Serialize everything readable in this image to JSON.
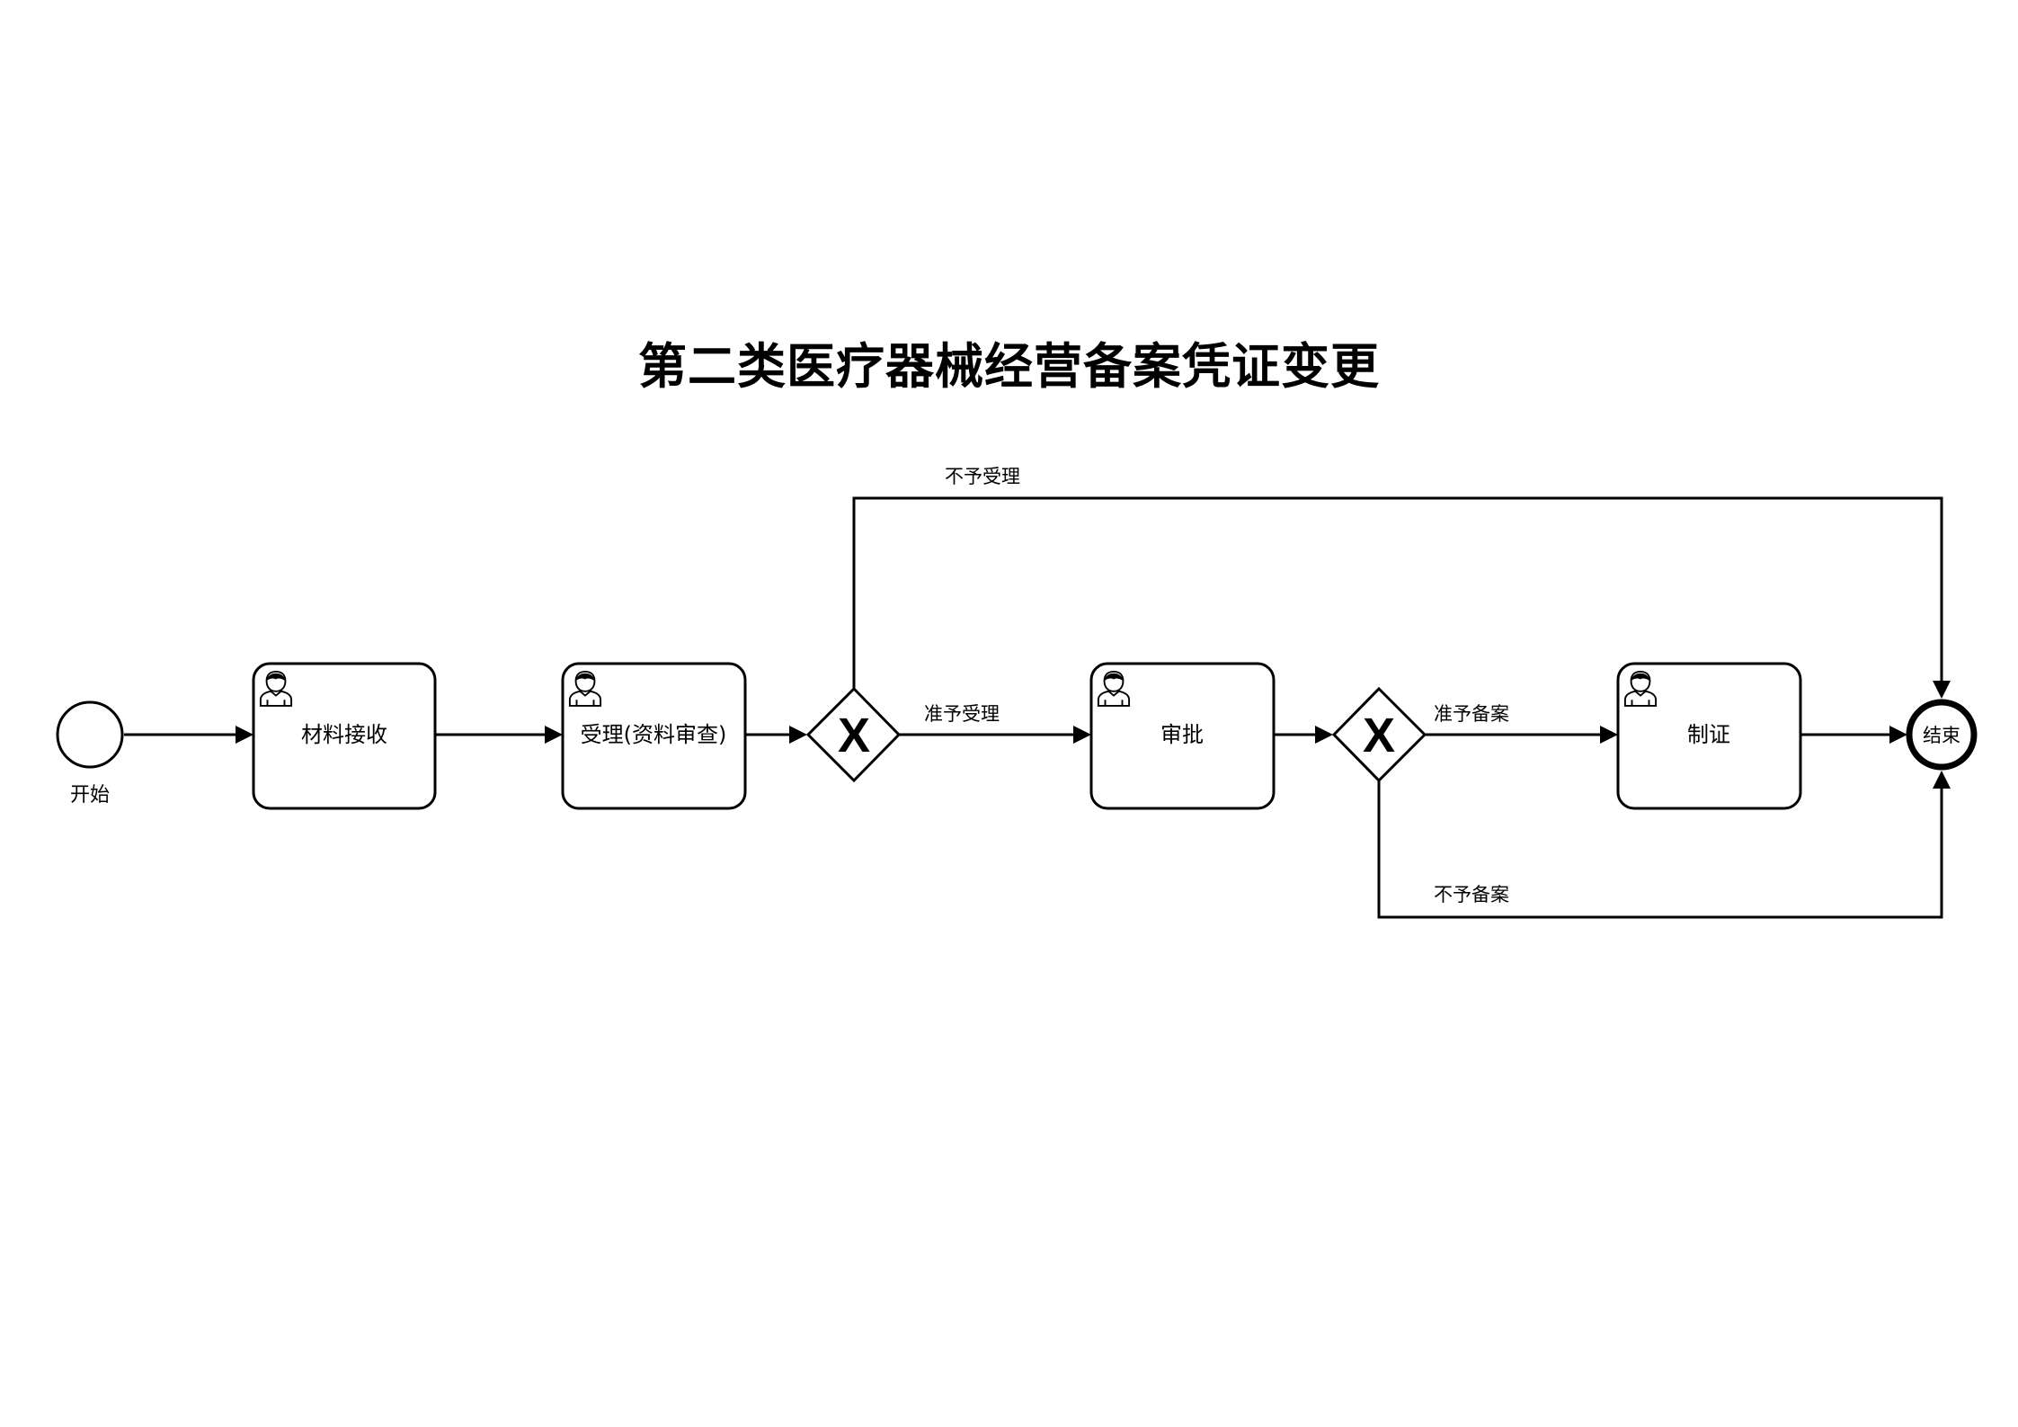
{
  "title": "第二类医疗器械经营备案凭证变更",
  "events": {
    "start": "开始",
    "end": "结束"
  },
  "tasks": [
    {
      "label": "材料接收",
      "icon": "user-icon"
    },
    {
      "label": "受理(资料审查)",
      "icon": "user-icon"
    },
    {
      "label": "审批",
      "icon": "user-icon"
    },
    {
      "label": "制证",
      "icon": "user-icon"
    }
  ],
  "gateways": [
    {
      "symbol": "X"
    },
    {
      "symbol": "X"
    }
  ],
  "flow_labels": {
    "reject_accept": "不予受理",
    "approve_accept": "准予受理",
    "approve_record": "准予备案",
    "reject_record": "不予备案"
  },
  "colors": {
    "stroke": "#000000",
    "background": "#ffffff"
  }
}
